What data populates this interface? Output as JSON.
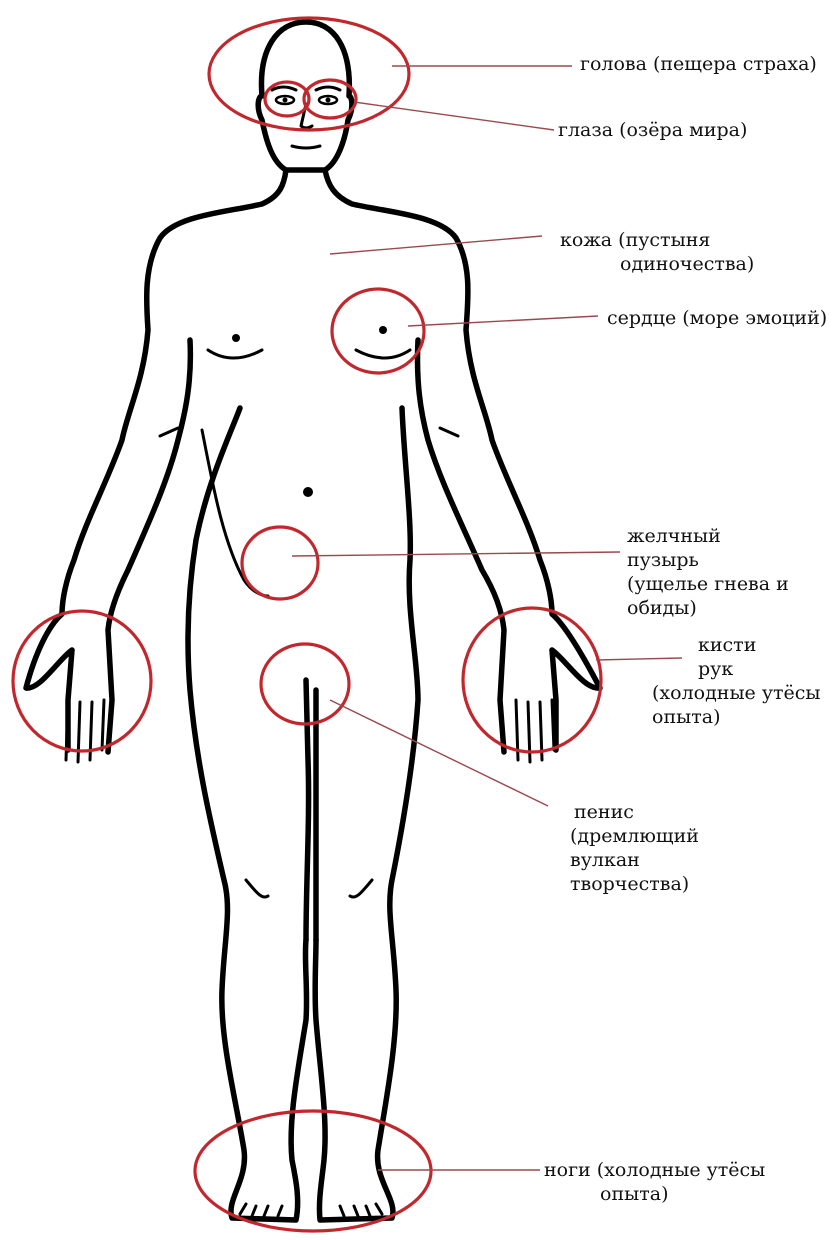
{
  "colors": {
    "ring": "#c0282d",
    "leader": "#9a4a4e",
    "figure": "#000000",
    "text": "#111111"
  },
  "labels": {
    "head": [
      "голова (пещера страха)"
    ],
    "eyes": [
      "глаза (озёра мира)"
    ],
    "skin": [
      "кожа (пустыня",
      "одиночества)"
    ],
    "heart": [
      "сердце (море эмоций)"
    ],
    "gallbladder": [
      "желчный",
      "пузырь",
      "(ущелье гнева и",
      "обиды)"
    ],
    "hands": [
      "кисти",
      "рук",
      "(холодные утёсы",
      "опыта)"
    ],
    "penis": [
      "пенис",
      "(дремлющий",
      "вулкан",
      "творчества)"
    ],
    "feet": [
      "ноги (холодные утёсы",
      "опыта)"
    ]
  }
}
